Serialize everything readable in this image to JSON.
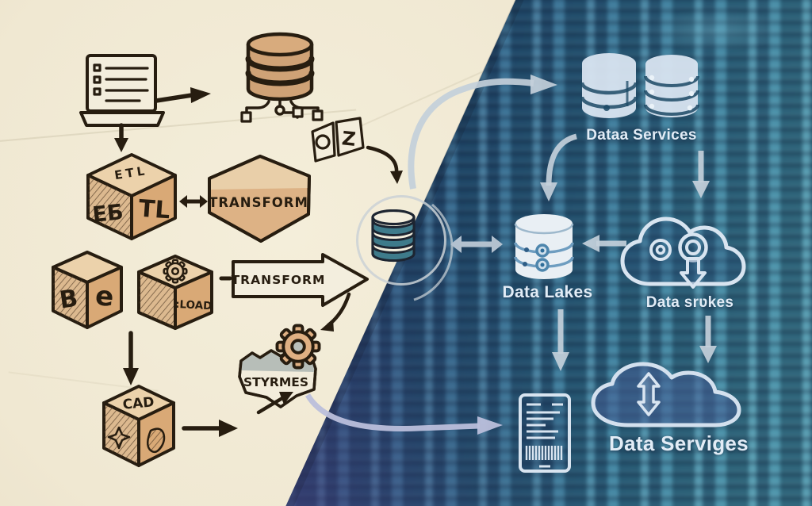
{
  "scene": {
    "type": "split illustration",
    "left_style": "hand-drawn ETL sketch on cream paper",
    "right_style": "digital data-platform icons over blue server-room photo"
  },
  "left": {
    "cube_etl": {
      "top": "ETL",
      "left": "ЕБ",
      "right": "TL"
    },
    "hex_transform": {
      "label": "TRANSFORM"
    },
    "cube_be": {
      "left": "B",
      "right": "e"
    },
    "cube_load": {
      "label": ":LOAD"
    },
    "arrow_transform": {
      "label": "TRANSFORM"
    },
    "banner_styrmes": {
      "label": "STYRMES"
    },
    "cube_cad": {
      "label": "CAD"
    },
    "book": {
      "glyph": "Z"
    }
  },
  "right": {
    "db_services": {
      "label": "Dataa Services"
    },
    "db_lakes": {
      "label": "Data Lakes"
    },
    "cloud_srikes": {
      "label": "Data srʋkes"
    },
    "cloud_serviges": {
      "label": "Data Serviges"
    }
  },
  "colors": {
    "paper": "#f1ead6",
    "ink": "#271d10",
    "tan": "#d9ae7e",
    "tan_light": "#ecd2ab",
    "teal_db": "#3e7b8b",
    "icon_light": "#d8e4f0",
    "text_light": "#e2ecf6",
    "arrow_gray": "#c3cfda",
    "arrow_lavender": "#babfdb",
    "band_gray": "#b7beb8",
    "photo_teal": "#3e7f97",
    "photo_blue": "#1f3f72",
    "photo_purple": "#5a4a94"
  }
}
